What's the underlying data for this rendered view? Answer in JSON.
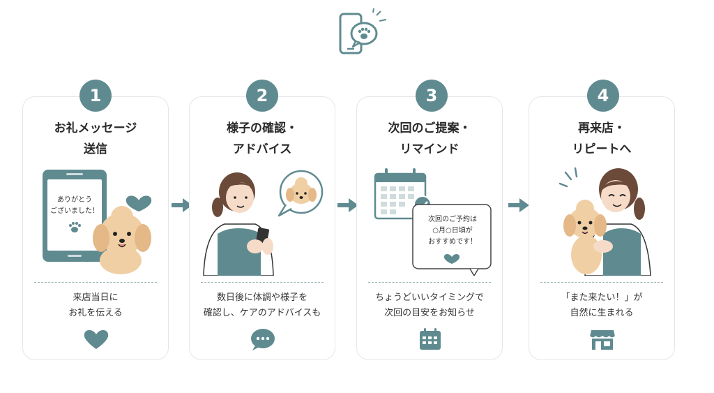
{
  "colors": {
    "teal": "#5f8b90",
    "teal_light": "#cfdcdd",
    "dog": "#f0cfa4",
    "dog_dark": "#d7a874"
  },
  "icons": {
    "top": "phone-paw-message-icon",
    "step1": "heart-icon",
    "step2": "chat-bubble-icon",
    "step3": "calendar-icon",
    "step4": "shop-icon"
  },
  "steps": [
    {
      "number": "1",
      "title": [
        "お礼メッセージ",
        "送信"
      ],
      "phone_text": [
        "ありがとう",
        "ございました！"
      ],
      "desc": [
        "来店当日に",
        "お礼を伝える"
      ]
    },
    {
      "number": "2",
      "title": [
        "様子の確認・",
        "アドバイス"
      ],
      "desc": [
        "数日後に体調や様子を",
        "確認し、ケアのアドバイスも"
      ]
    },
    {
      "number": "3",
      "title": [
        "次回のご提案・",
        "リマインド"
      ],
      "bubble_text": [
        "次回のご予約は",
        "○月○日頃が",
        "おすすめです！"
      ],
      "desc": [
        "ちょうどいいタイミングで",
        "次回の目安をお知らせ"
      ]
    },
    {
      "number": "4",
      "title": [
        "再来店・",
        "リピートへ"
      ],
      "desc": [
        "「また来たい！」が",
        "自然に生まれる"
      ]
    }
  ]
}
